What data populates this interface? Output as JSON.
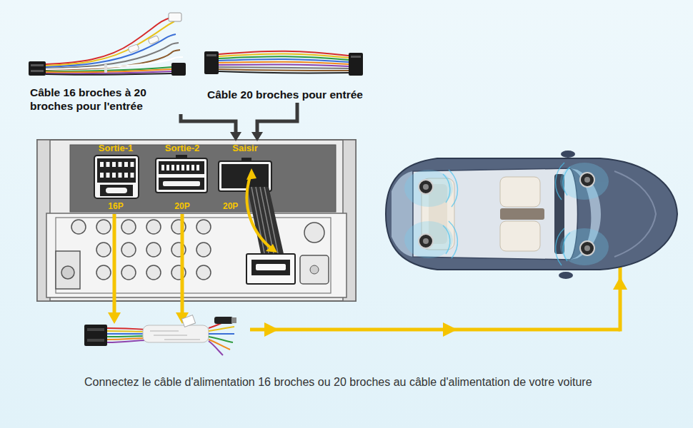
{
  "diagram": {
    "caption": "Connectez le câble d'alimentation 16 broches ou 20 broches au câble d'alimentation de votre voiture",
    "nodes": [
      {
        "text": [
          "Câble 16 broches à 20 broches pour l'entrée"
        ]
      },
      {
        "text": [
          "Câble 20 broches pour entrée"
        ]
      },
      {
        "text": [
          "Sortie-1",
          "16P"
        ]
      },
      {
        "text": [
          "Sortie-2",
          "20P"
        ]
      },
      {
        "text": [
          "Saisir",
          "20P"
        ]
      }
    ],
    "edges": [
      {
        "from": 0,
        "to": 4,
        "arrow": "to"
      },
      {
        "from": 1,
        "to": 4,
        "arrow": "to"
      }
    ]
  }
}
